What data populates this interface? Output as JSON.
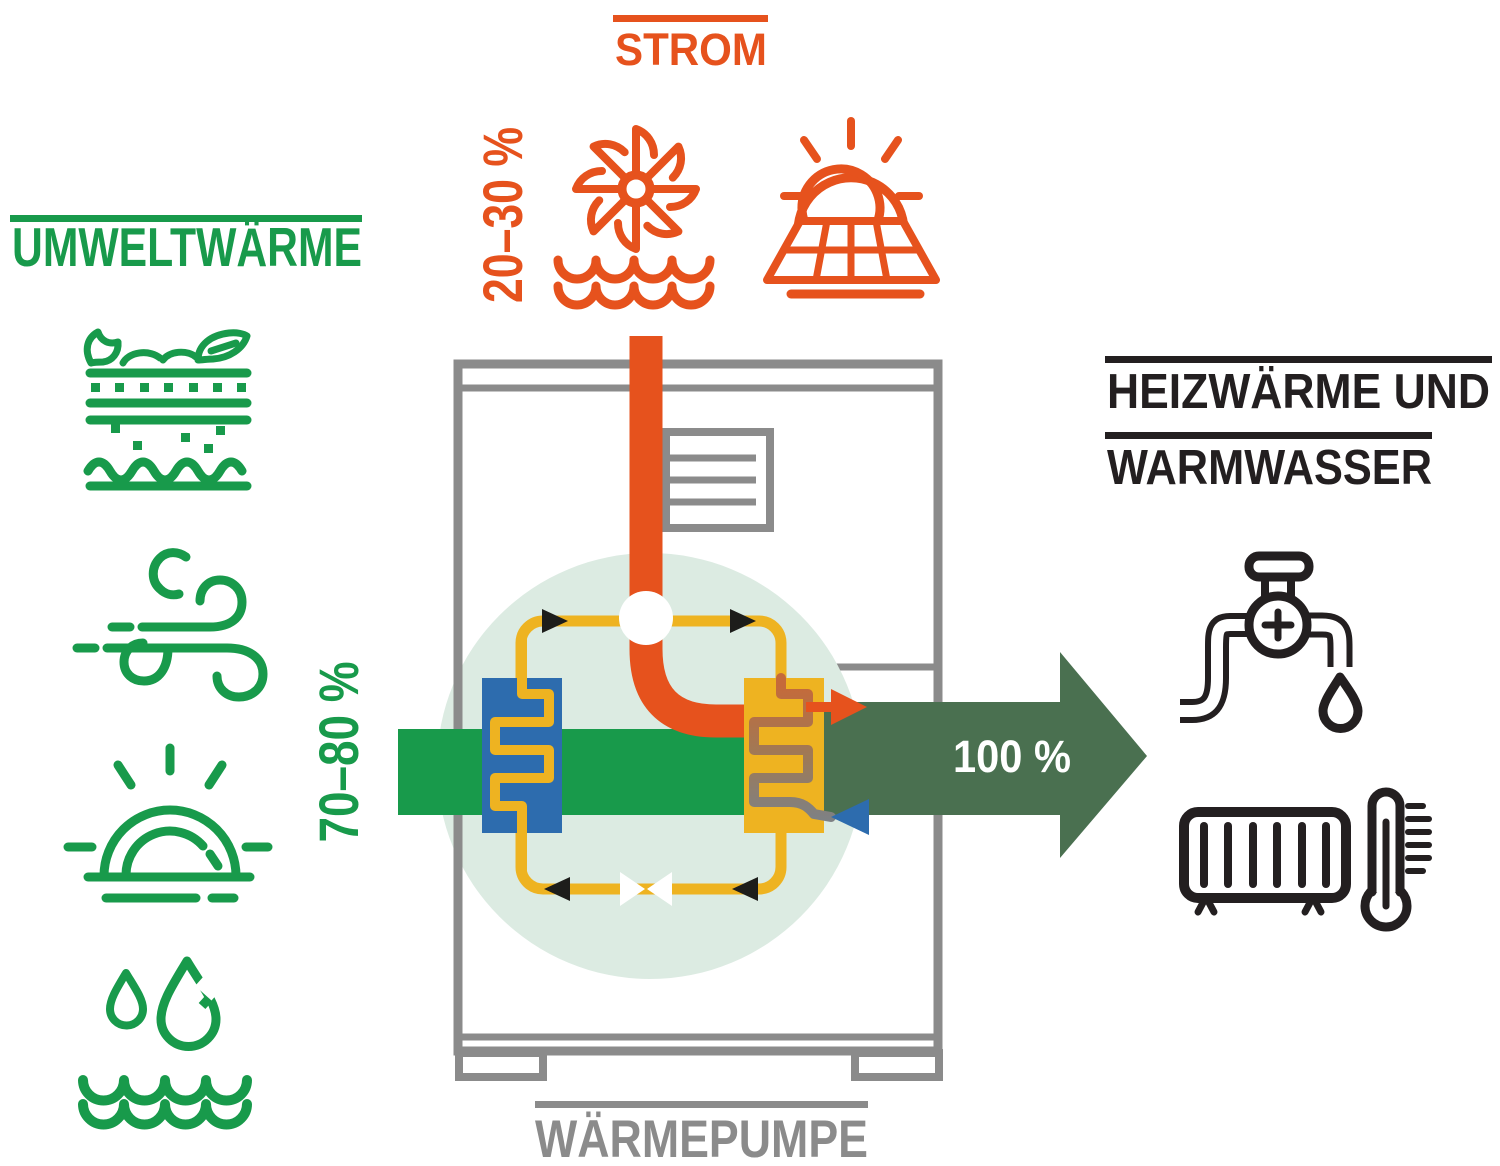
{
  "colors": {
    "environment_green": "#189a4b",
    "electricity_orange": "#e6521d",
    "output_dark_green": "#4a7050",
    "cycle_yellow": "#eeb321",
    "cold_side_blue": "#2d6cae",
    "unit_gray": "#8b8b8b",
    "text_dark": "#231f20",
    "cycle_background_mint": "#dcebe2"
  },
  "left_source": {
    "heading": "UMWELTWÄRME",
    "share_label": "70–80 %",
    "icons": [
      "ground-heat-icon",
      "wind-icon",
      "sun-icon",
      "groundwater-icon"
    ]
  },
  "top_source": {
    "heading": "STROM",
    "share_label": "20–30 %",
    "icons": [
      "hydro-turbine-icon",
      "solar-panel-icon"
    ]
  },
  "heat_pump": {
    "label": "WÄRMEPUMPE"
  },
  "output": {
    "heading_line1": "HEIZWÄRME UND",
    "heading_line2": "WARMWASSER",
    "share_label": "100 %",
    "icons": [
      "hot-water-tap-icon",
      "radiator-icon",
      "thermometer-icon"
    ]
  }
}
